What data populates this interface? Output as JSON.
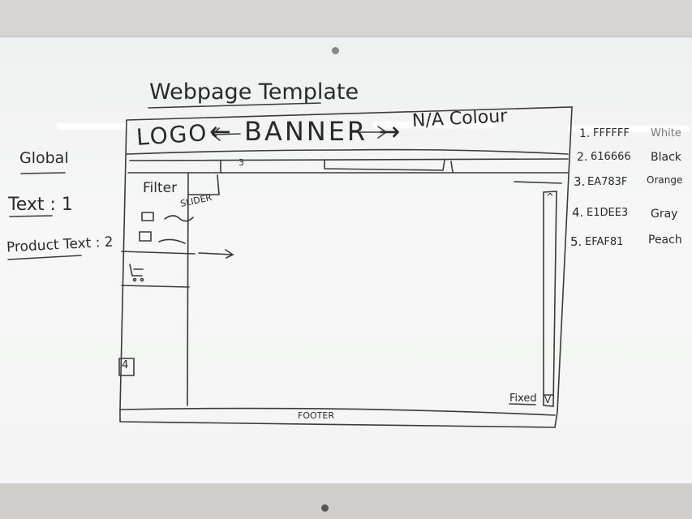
{
  "title": "Webpage Template",
  "global": {
    "heading": "Global",
    "text_label": "Text : 1",
    "product_text_label": "Product Text : 2"
  },
  "header": {
    "logo": "LOGO",
    "banner": "← BANNER →",
    "colour": "N/A Colour",
    "nav_number": "3"
  },
  "sidebar": {
    "filter": "Filter",
    "slider": "SLIDER",
    "marker_bottom": "4"
  },
  "content": {
    "scroll_up": "^",
    "scroll_down": "V",
    "fixed_label": "Fixed"
  },
  "footer": {
    "label": "FOOTER"
  },
  "palette": [
    {
      "index": "1.",
      "hex": "FFFFFF",
      "name": "White"
    },
    {
      "index": "2.",
      "hex": "616666",
      "name": "Black"
    },
    {
      "index": "3.",
      "hex": "EA783F",
      "name": "Orange"
    },
    {
      "index": "4.",
      "hex": "E1DEE3",
      "name": "Gray"
    },
    {
      "index": "5.",
      "hex": "EFAF81",
      "name": "Peach"
    }
  ]
}
